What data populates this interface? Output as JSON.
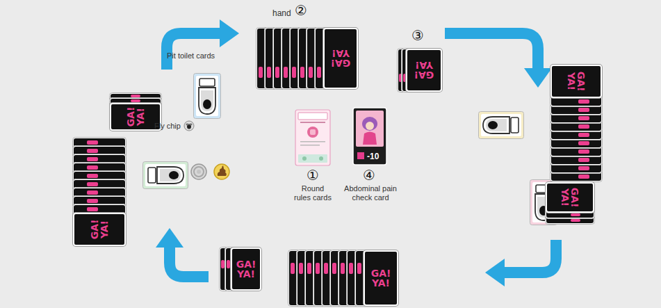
{
  "diagram": {
    "nodes": [
      {
        "text": [
          "GA! YA!"
        ]
      },
      {
        "text": [
          "GA! YA!"
        ]
      },
      {
        "text": [
          "GA! YA!"
        ]
      },
      {
        "text": [
          "GA! YA!"
        ]
      },
      {
        "text": [
          "-10"
        ]
      },
      {
        "text": [
          "GA! YA!"
        ]
      },
      {
        "text": [
          "GA! YA!"
        ]
      },
      {
        "text": [
          "GA! YA!"
        ]
      },
      {
        "text": [
          "GA! YA!"
        ]
      }
    ],
    "labels": [
      "hand",
      "②",
      "③",
      "Pit toilet cards",
      "Fly chip",
      "①",
      "Round rules cards",
      "④",
      "Abdominal pain check card"
    ]
  }
}
